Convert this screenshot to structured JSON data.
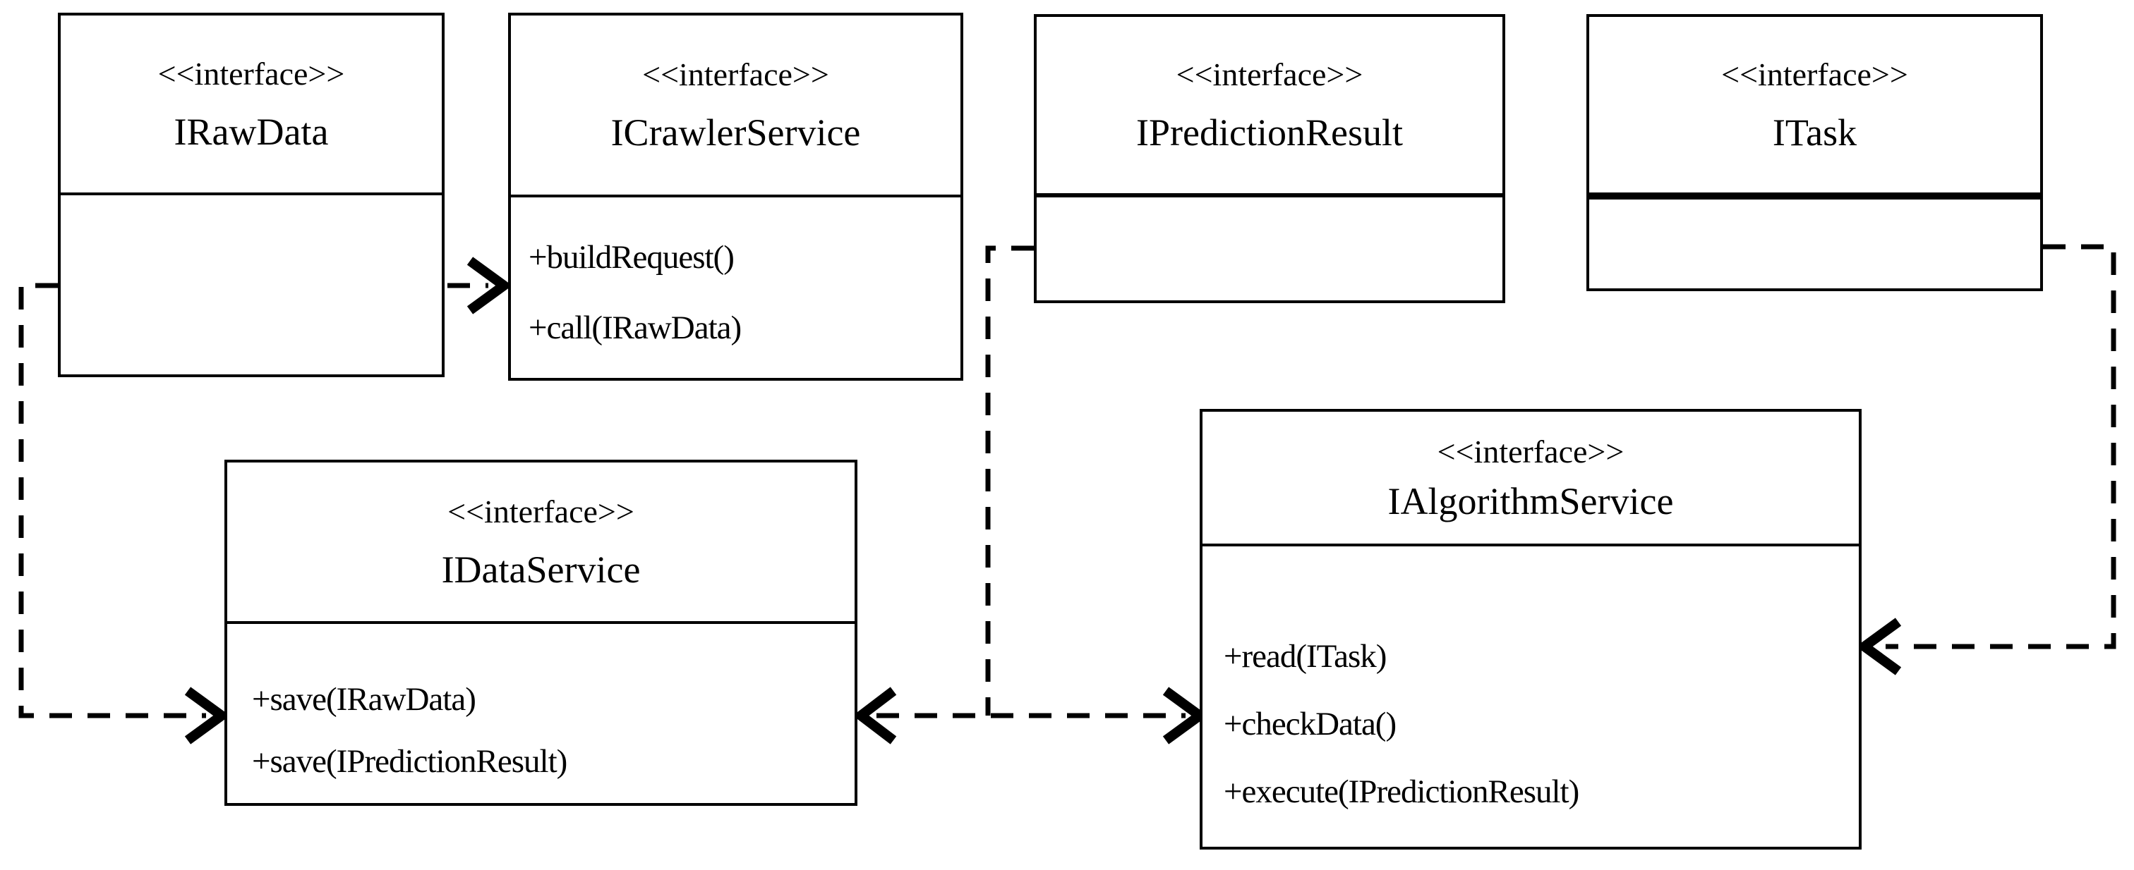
{
  "diagram": {
    "stereotype": "<<interface>>",
    "interfaces": [
      {
        "id": "IRawData",
        "name": "IRawData",
        "methods": []
      },
      {
        "id": "ICrawlerService",
        "name": "ICrawlerService",
        "methods": [
          "+buildRequest()",
          "+call(IRawData)"
        ]
      },
      {
        "id": "IPredictionResult",
        "name": "IPredictionResult",
        "methods": []
      },
      {
        "id": "ITask",
        "name": "ITask",
        "methods": []
      },
      {
        "id": "IDataService",
        "name": "IDataService",
        "methods": [
          "+save(IRawData)",
          "+save(IPredictionResult)"
        ]
      },
      {
        "id": "IAlgorithmService",
        "name": "IAlgorithmService",
        "methods": [
          "+read(ITask)",
          "+checkData()",
          "+execute(IPredictionResult)"
        ]
      }
    ],
    "relationships": [
      {
        "from": "IRawData",
        "to": "ICrawlerService",
        "type": "dependency",
        "style": "dashed-arrow"
      },
      {
        "from": "IRawData",
        "to": "IDataService",
        "type": "dependency",
        "style": "dashed-arrow"
      },
      {
        "from": "IPredictionResult",
        "to": "IDataService",
        "type": "dependency",
        "style": "dashed-arrow"
      },
      {
        "from": "IPredictionResult",
        "to": "IAlgorithmService",
        "type": "dependency",
        "style": "dashed-arrow"
      },
      {
        "from": "ITask",
        "to": "IAlgorithmService",
        "type": "dependency",
        "style": "dashed-arrow"
      }
    ],
    "colors": {
      "line": "#000000",
      "background": "#ffffff",
      "text": "#000000"
    }
  }
}
